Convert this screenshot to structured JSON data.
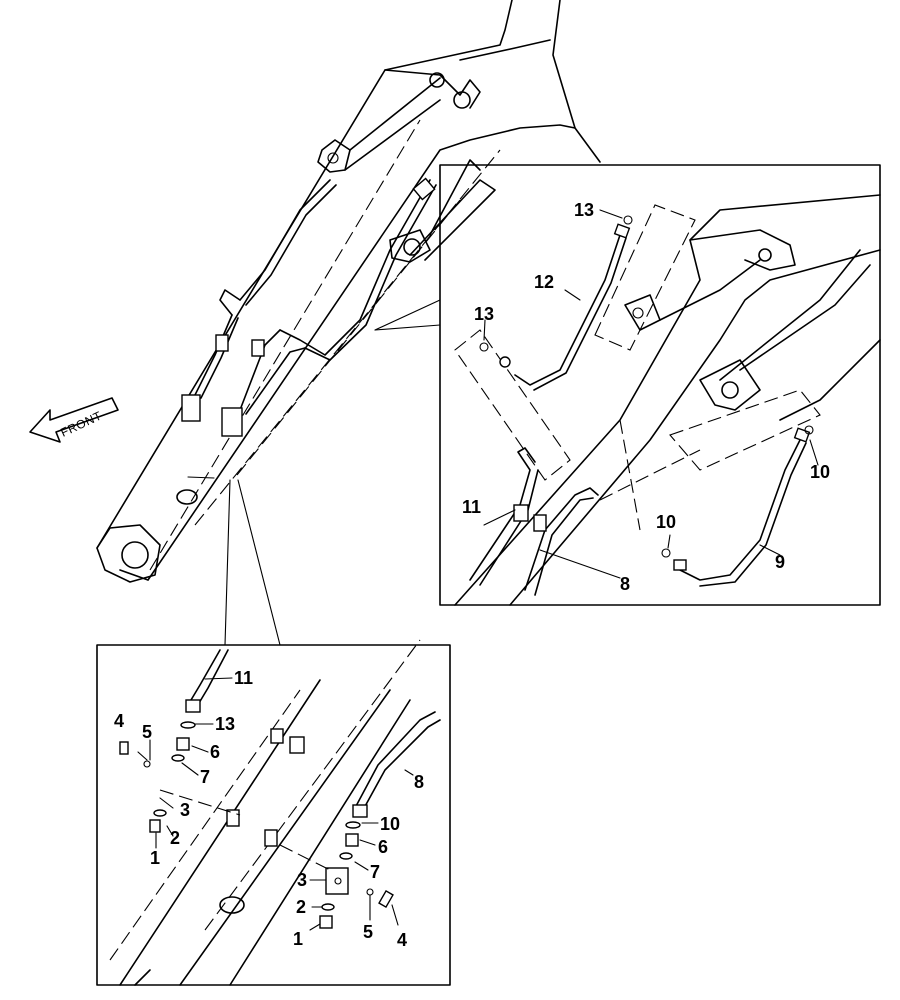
{
  "direction_label": "FRONT",
  "callouts": {
    "c1a": "1",
    "c1b": "1",
    "c2a": "2",
    "c2b": "2",
    "c3a": "3",
    "c3b": "3",
    "c4a": "4",
    "c4b": "4",
    "c5a": "5",
    "c5b": "5",
    "c6a": "6",
    "c6b": "6",
    "c7a": "7",
    "c7b": "7",
    "c8a": "8",
    "c8b": "8",
    "c9": "9",
    "c10a": "10",
    "c10b": "10",
    "c10c": "10",
    "c11a": "11",
    "c11b": "11",
    "c12": "12",
    "c13a": "13",
    "c13b": "13",
    "c13c": "13"
  }
}
